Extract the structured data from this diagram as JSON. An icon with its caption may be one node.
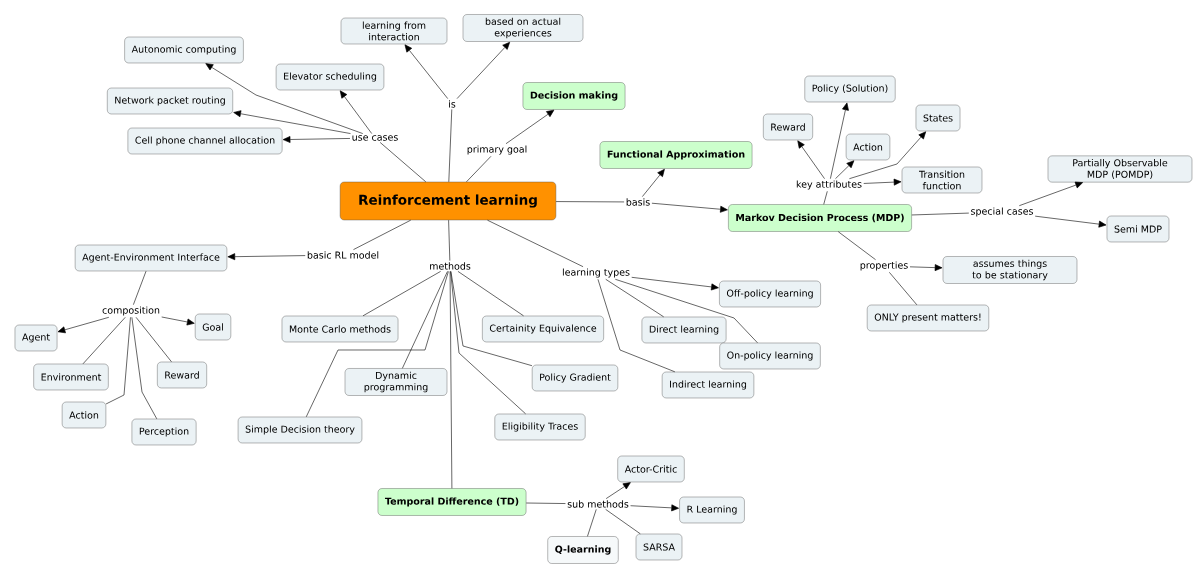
{
  "diagram": {
    "nodes": [
      {
        "text": [
          "Reinforcement learning"
        ]
      },
      {
        "text": [
          "is"
        ]
      },
      {
        "text": [
          "learning from interaction"
        ]
      },
      {
        "text": [
          "based on actual experiences"
        ]
      },
      {
        "text": [
          "primary goal"
        ]
      },
      {
        "text": [
          "Decision making"
        ]
      },
      {
        "text": [
          "use cases"
        ]
      },
      {
        "text": [
          "Autonomic computing"
        ]
      },
      {
        "text": [
          "Elevator scheduling"
        ]
      },
      {
        "text": [
          "Network packet routing"
        ]
      },
      {
        "text": [
          "Cell phone channel allocation"
        ]
      },
      {
        "text": [
          "basis"
        ]
      },
      {
        "text": [
          "Functional Approximation"
        ]
      },
      {
        "text": [
          "Markov Decision Process (MDP)"
        ]
      },
      {
        "text": [
          "key attributes"
        ]
      },
      {
        "text": [
          "Policy (Solution)"
        ]
      },
      {
        "text": [
          "Reward"
        ]
      },
      {
        "text": [
          "Action"
        ]
      },
      {
        "text": [
          "States"
        ]
      },
      {
        "text": [
          "Transition function"
        ]
      },
      {
        "text": [
          "special cases"
        ]
      },
      {
        "text": [
          "Partially Observable MDP (POMDP)"
        ]
      },
      {
        "text": [
          "Semi MDP"
        ]
      },
      {
        "text": [
          "properties"
        ]
      },
      {
        "text": [
          "assumes things to be stationary"
        ]
      },
      {
        "text": [
          "ONLY present matters!"
        ]
      },
      {
        "text": [
          "basic RL model"
        ]
      },
      {
        "text": [
          "Agent-Environment Interface"
        ]
      },
      {
        "text": [
          "composition"
        ]
      },
      {
        "text": [
          "Agent"
        ]
      },
      {
        "text": [
          "Goal"
        ]
      },
      {
        "text": [
          "Environment"
        ]
      },
      {
        "text": [
          "Reward"
        ]
      },
      {
        "text": [
          "Action"
        ]
      },
      {
        "text": [
          "Perception"
        ]
      },
      {
        "text": [
          "methods"
        ]
      },
      {
        "text": [
          "Monte Carlo methods"
        ]
      },
      {
        "text": [
          "Certainity Equivalence"
        ]
      },
      {
        "text": [
          "Dynamic programming"
        ]
      },
      {
        "text": [
          "Policy Gradient"
        ]
      },
      {
        "text": [
          "Simple Decision theory"
        ]
      },
      {
        "text": [
          "Eligibility Traces"
        ]
      },
      {
        "text": [
          "Temporal Difference (TD)"
        ]
      },
      {
        "text": [
          "sub methods"
        ]
      },
      {
        "text": [
          "Actor-Critic"
        ]
      },
      {
        "text": [
          "R Learning"
        ]
      },
      {
        "text": [
          "Q-learning"
        ]
      },
      {
        "text": [
          "SARSA"
        ]
      },
      {
        "text": [
          "learning types"
        ]
      },
      {
        "text": [
          "Off-policy learning"
        ]
      },
      {
        "text": [
          "Direct learning"
        ]
      },
      {
        "text": [
          "On-policy learning"
        ]
      },
      {
        "text": [
          "Indirect learning"
        ]
      }
    ],
    "edges": [
      {
        "from": 0,
        "to": 1,
        "arrow": "none"
      },
      {
        "from": 1,
        "to": 2,
        "arrow": "to"
      },
      {
        "from": 1,
        "to": 3,
        "arrow": "to"
      },
      {
        "from": 0,
        "to": 4,
        "arrow": "none"
      },
      {
        "from": 4,
        "to": 5,
        "arrow": "to"
      },
      {
        "from": 0,
        "to": 6,
        "arrow": "none"
      },
      {
        "from": 6,
        "to": 7,
        "arrow": "to"
      },
      {
        "from": 6,
        "to": 8,
        "arrow": "to"
      },
      {
        "from": 6,
        "to": 9,
        "arrow": "to"
      },
      {
        "from": 6,
        "to": 10,
        "arrow": "to"
      },
      {
        "from": 0,
        "to": 11,
        "arrow": "none"
      },
      {
        "from": 11,
        "to": 12,
        "arrow": "to"
      },
      {
        "from": 11,
        "to": 13,
        "arrow": "to"
      },
      {
        "from": 13,
        "to": 14,
        "arrow": "none"
      },
      {
        "from": 14,
        "to": 15,
        "arrow": "to"
      },
      {
        "from": 14,
        "to": 16,
        "arrow": "to"
      },
      {
        "from": 14,
        "to": 17,
        "arrow": "to"
      },
      {
        "from": 14,
        "to": 18,
        "arrow": "to"
      },
      {
        "from": 14,
        "to": 19,
        "arrow": "to"
      },
      {
        "from": 13,
        "to": 20,
        "arrow": "none"
      },
      {
        "from": 20,
        "to": 21,
        "arrow": "to"
      },
      {
        "from": 20,
        "to": 22,
        "arrow": "to"
      },
      {
        "from": 13,
        "to": 23,
        "arrow": "none"
      },
      {
        "from": 23,
        "to": 24,
        "arrow": "to"
      },
      {
        "from": 23,
        "to": 25,
        "arrow": "none"
      },
      {
        "from": 0,
        "to": 26,
        "arrow": "none"
      },
      {
        "from": 26,
        "to": 27,
        "arrow": "to"
      },
      {
        "from": 27,
        "to": 28,
        "arrow": "none"
      },
      {
        "from": 28,
        "to": 29,
        "arrow": "to"
      },
      {
        "from": 28,
        "to": 30,
        "arrow": "to"
      },
      {
        "from": 28,
        "to": 31,
        "arrow": "none"
      },
      {
        "from": 28,
        "to": 32,
        "arrow": "none"
      },
      {
        "from": 28,
        "to": 33,
        "arrow": "none"
      },
      {
        "from": 28,
        "to": 34,
        "arrow": "none"
      },
      {
        "from": 0,
        "to": 35,
        "arrow": "none"
      },
      {
        "from": 35,
        "to": 36,
        "arrow": "none"
      },
      {
        "from": 35,
        "to": 37,
        "arrow": "none"
      },
      {
        "from": 35,
        "to": 38,
        "arrow": "none"
      },
      {
        "from": 35,
        "to": 39,
        "arrow": "none"
      },
      {
        "from": 35,
        "to": 40,
        "arrow": "none"
      },
      {
        "from": 35,
        "to": 41,
        "arrow": "none"
      },
      {
        "from": 35,
        "to": 42,
        "arrow": "none"
      },
      {
        "from": 0,
        "to": 48,
        "arrow": "none"
      },
      {
        "from": 48,
        "to": 49,
        "arrow": "to"
      },
      {
        "from": 48,
        "to": 50,
        "arrow": "none"
      },
      {
        "from": 48,
        "to": 51,
        "arrow": "none"
      },
      {
        "from": 48,
        "to": 52,
        "arrow": "none"
      },
      {
        "from": 42,
        "to": 43,
        "arrow": "none"
      },
      {
        "from": 43,
        "to": 44,
        "arrow": "to"
      },
      {
        "from": 43,
        "to": 45,
        "arrow": "to"
      },
      {
        "from": 43,
        "to": 46,
        "arrow": "none"
      },
      {
        "from": 43,
        "to": 47,
        "arrow": "none"
      }
    ]
  }
}
